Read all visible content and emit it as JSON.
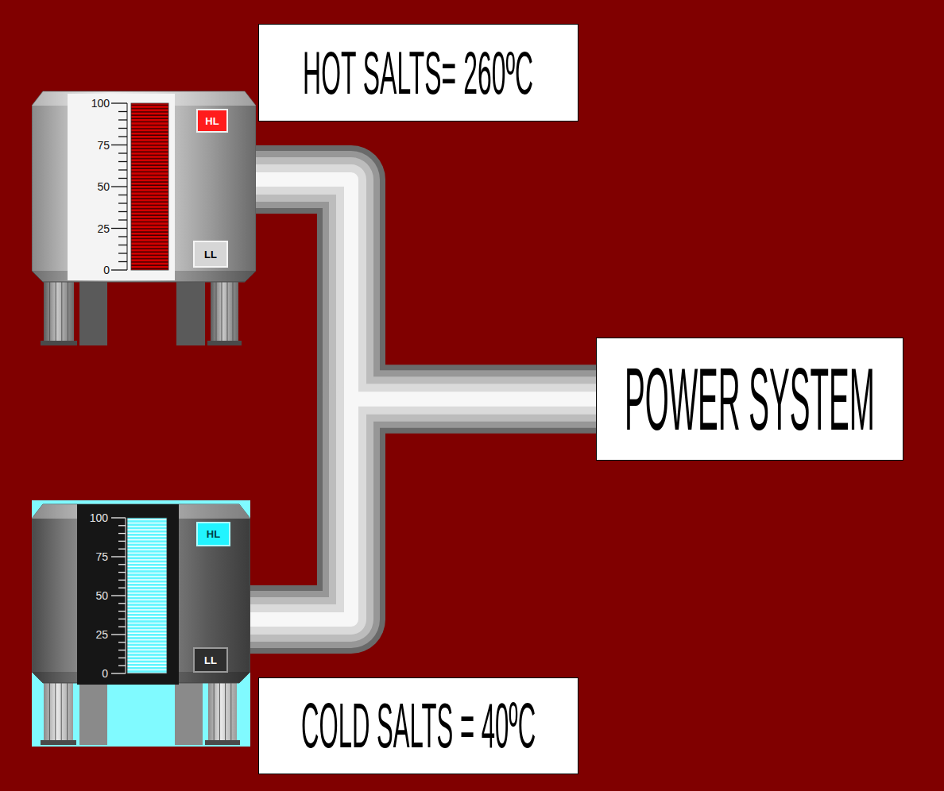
{
  "diagram": {
    "nodes": [
      {
        "text": [
          "100",
          "75",
          "50",
          "25",
          "0"
        ]
      },
      {
        "text": [
          "HL"
        ],
        "in": 0
      },
      {
        "text": [
          "LL"
        ],
        "in": 0
      },
      {
        "text": [
          "HOT SALTS= 260ºC"
        ]
      },
      {
        "text": [
          "POWER SYSTEM"
        ]
      },
      {
        "text": [
          "100",
          "75",
          "50",
          "25",
          "0"
        ]
      },
      {
        "text": [
          "HL"
        ],
        "in": 5
      },
      {
        "text": [
          "LL"
        ],
        "in": 5
      },
      {
        "text": [
          "COLD SALTS = 40ºC"
        ]
      }
    ],
    "edges": [
      {
        "from": 0,
        "to": 4,
        "arrow": "none"
      },
      {
        "from": 5,
        "to": 4,
        "arrow": "none"
      }
    ]
  }
}
